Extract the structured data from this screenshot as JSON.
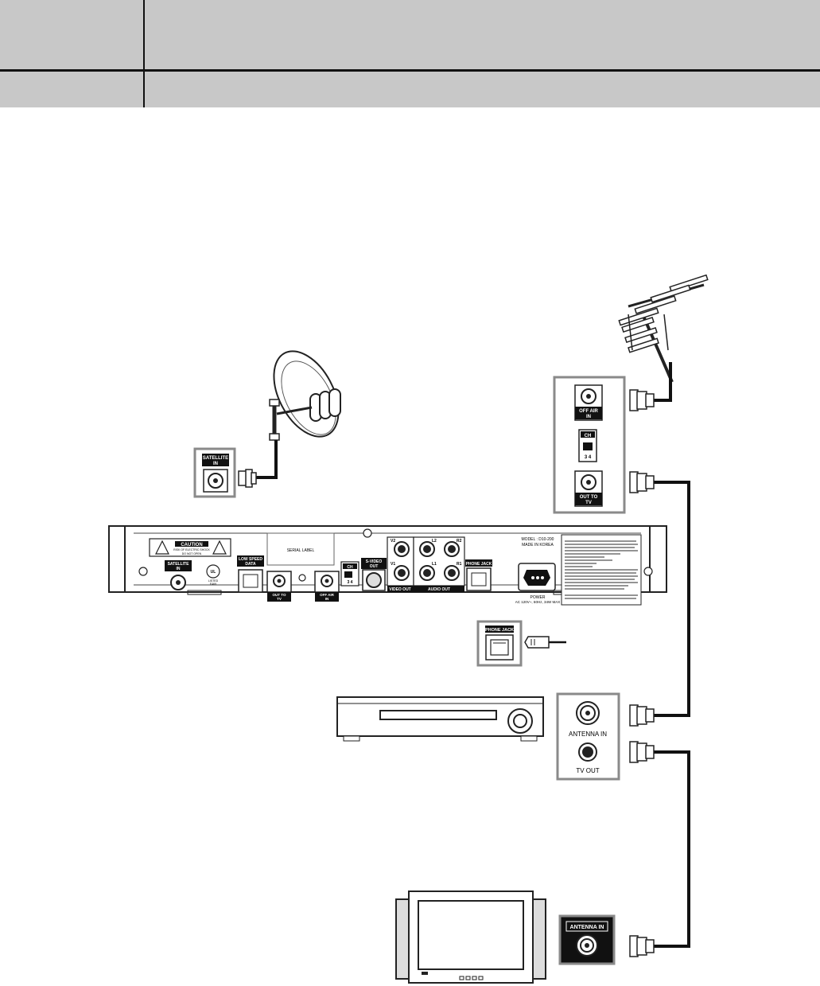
{
  "header": {
    "title": "",
    "subtitle": ""
  },
  "dish_panel": {
    "label_line1": "SATELLITE",
    "label_line2": "IN"
  },
  "antenna_panel": {
    "off_air_line1": "OFF AIR",
    "off_air_line2": "IN",
    "ch_label": "CH",
    "ch_values": "3  4",
    "out_to_tv_line1": "OUT TO",
    "out_to_tv_line2": "TV"
  },
  "receiver": {
    "caution_title": "CAUTION",
    "caution_line1": "RISK OF ELECTRIC SHOCK",
    "caution_line2": "DO NOT OPEN",
    "satellite_line1": "SATELLITE",
    "satellite_line2": "IN",
    "ul_line1": "LISTED",
    "ul_line2": "E469",
    "low_speed_line1": "LOW SPEED",
    "low_speed_line2": "DATA",
    "serial_label": "SERIAL LABEL",
    "out_to_tv_line1": "OUT TO",
    "out_to_tv_line2": "TV",
    "off_air_line1": "OFF AIR",
    "off_air_line2": "IN",
    "ch_label": "CH",
    "ch_values": "3  4",
    "svideo_line1": "S-VIDEO",
    "svideo_line2": "OUT",
    "v2": "V2",
    "v1": "V1",
    "l2": "L2",
    "r2": "R2",
    "l1": "L1",
    "r1": "R1",
    "video_out": "VIDEO OUT",
    "audio_out": "AUDIO OUT",
    "phone_jack": "PHONE JACK",
    "model": "MODEL : D10-200",
    "made_in": "MADE IN KOREA",
    "power_line1": "POWER",
    "power_line2": "AC 120V~, 60Hz, 34W MAX"
  },
  "phone_panel": {
    "label": "PHONE JACK"
  },
  "vcr_panel": {
    "antenna_in": "ANTENNA IN",
    "tv_out": "TV OUT"
  },
  "tv_panel": {
    "antenna_in": "ANTENNA IN"
  },
  "colors": {
    "header_bg": "#c8c8c8",
    "rule": "#111111",
    "panel_border": "#8a8a8a",
    "cable": "#111111"
  },
  "icons": [
    "satellite-dish-icon",
    "uhf-antenna-icon",
    "receiver-rear-panel",
    "vcr-icon",
    "television-icon",
    "phone-cord-icon"
  ]
}
